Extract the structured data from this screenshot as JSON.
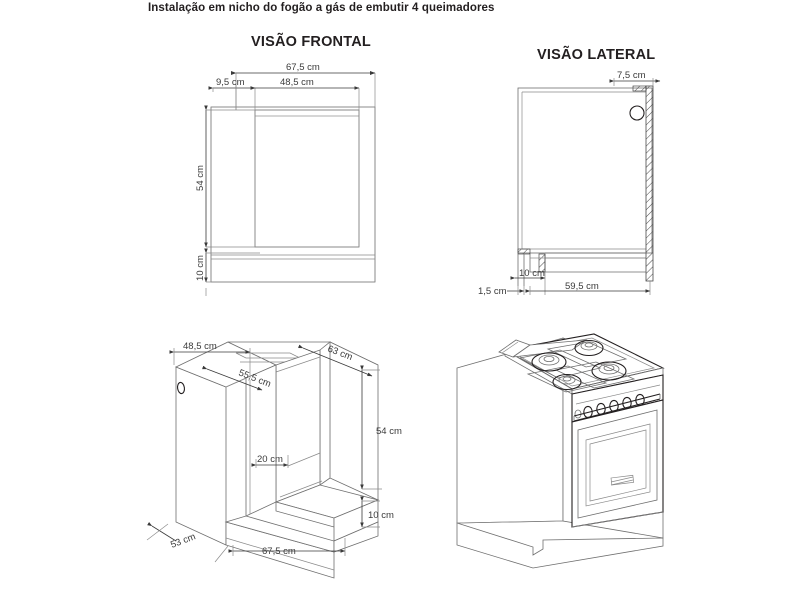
{
  "document": {
    "title": "Instalação em nicho do fogão a gás de embutir 4 queimadores",
    "language": "pt-BR",
    "kind": "installation-diagram"
  },
  "views": {
    "frontal": {
      "heading": "VISÃO FRONTAL",
      "dimensions": {
        "total_width": "67,5 cm",
        "left_offset": "9,5 cm",
        "opening_width": "48,5 cm",
        "opening_height": "54 cm",
        "base_height": "10 cm"
      }
    },
    "lateral": {
      "heading": "VISÃO LATERAL",
      "dimensions": {
        "top_gap": "7,5 cm",
        "wall_thickness": "1,5 cm",
        "step_depth": "10 cm",
        "interior_depth": "59,5 cm"
      }
    },
    "isometric_niche": {
      "dimensions": {
        "front_width": "48,5 cm",
        "side_depth": "63 cm",
        "top_opening": "55,5 cm",
        "opening_height": "54 cm",
        "shelf_offset": "20 cm",
        "base_height": "10 cm",
        "depth": "53 cm",
        "total_width": "67,5 cm"
      }
    },
    "isometric_stove": {
      "description": "Fogão a gás de embutir 4 queimadores instalado no nicho",
      "burner_count": 4,
      "knob_count": 5
    }
  },
  "colors": {
    "line": "#6f6f6f",
    "dimension_line": "#3a3a3a",
    "text": "#231f20",
    "background": "#ffffff"
  }
}
